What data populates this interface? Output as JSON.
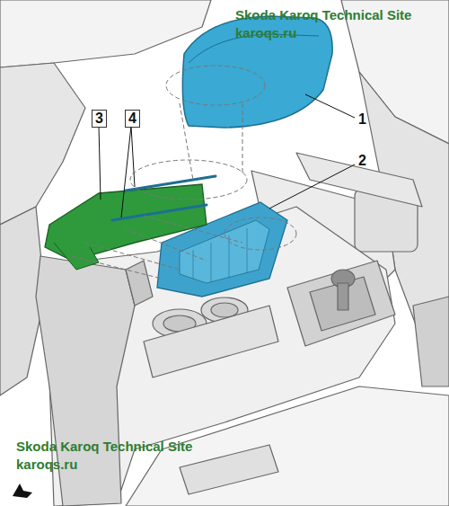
{
  "diagram": {
    "labels": [
      "Skoda Karoq Technical Site",
      "karoqs.ru",
      "1",
      "2",
      "3",
      "4",
      "Skoda Karoq Technical Site",
      "karoqs.ru"
    ]
  }
}
